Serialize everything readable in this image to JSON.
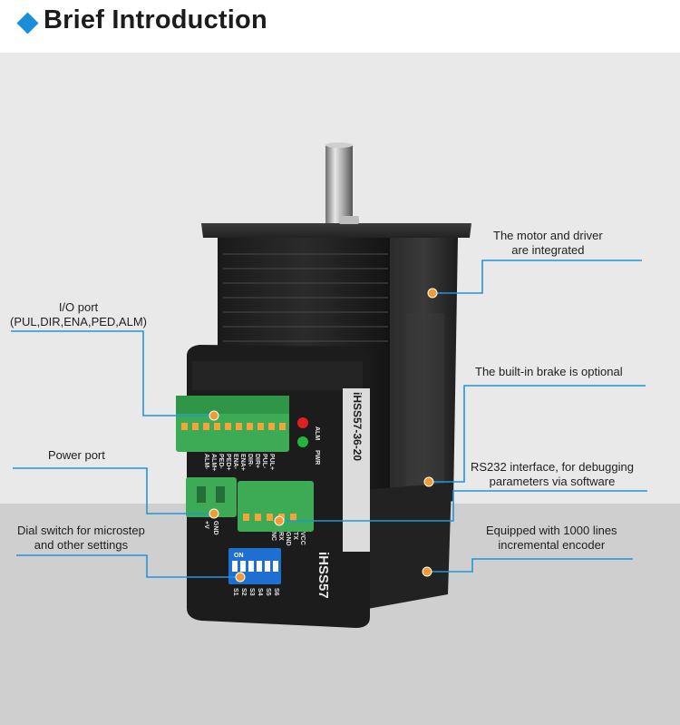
{
  "header": {
    "title": "Brief Introduction",
    "accent_color": "#1a8fd8",
    "icon": "diamond-bullet-icon"
  },
  "product": {
    "model_line1": "iHSS57-36-20",
    "model_short": "iHSS57",
    "led_labels": [
      "ALM",
      "PWR"
    ],
    "io_pins": [
      "ALM-",
      "ALM+",
      "PED-",
      "PED+",
      "ENA-",
      "ENA+",
      "DIR-",
      "DIR+",
      "PUL-",
      "PUL+"
    ],
    "power_pins": [
      "+V",
      "GND"
    ],
    "rs232_pins": [
      "NC",
      "RX",
      "GND",
      "TX",
      "VCC"
    ],
    "dip_labels": [
      "S1",
      "S2",
      "S3",
      "S4",
      "S5",
      "S6"
    ],
    "dip_on": "ON"
  },
  "callouts": {
    "integrated": [
      "The motor and driver",
      "are integrated"
    ],
    "io_port": [
      "I/O port",
      "(PUL,DIR,ENA,PED,ALM)"
    ],
    "brake": [
      "The built-in brake is optional"
    ],
    "power": [
      "Power port"
    ],
    "rs232": [
      "RS232 interface, for debugging",
      "parameters via software"
    ],
    "dial": [
      "Dial switch for microstep",
      "and other settings"
    ],
    "encoder": [
      "Equipped with 1000 lines",
      "incremental encoder"
    ]
  },
  "colors": {
    "line": "#2196d9",
    "dot": "#f39a33",
    "led_red": "#e02020",
    "led_green": "#22b43c"
  }
}
